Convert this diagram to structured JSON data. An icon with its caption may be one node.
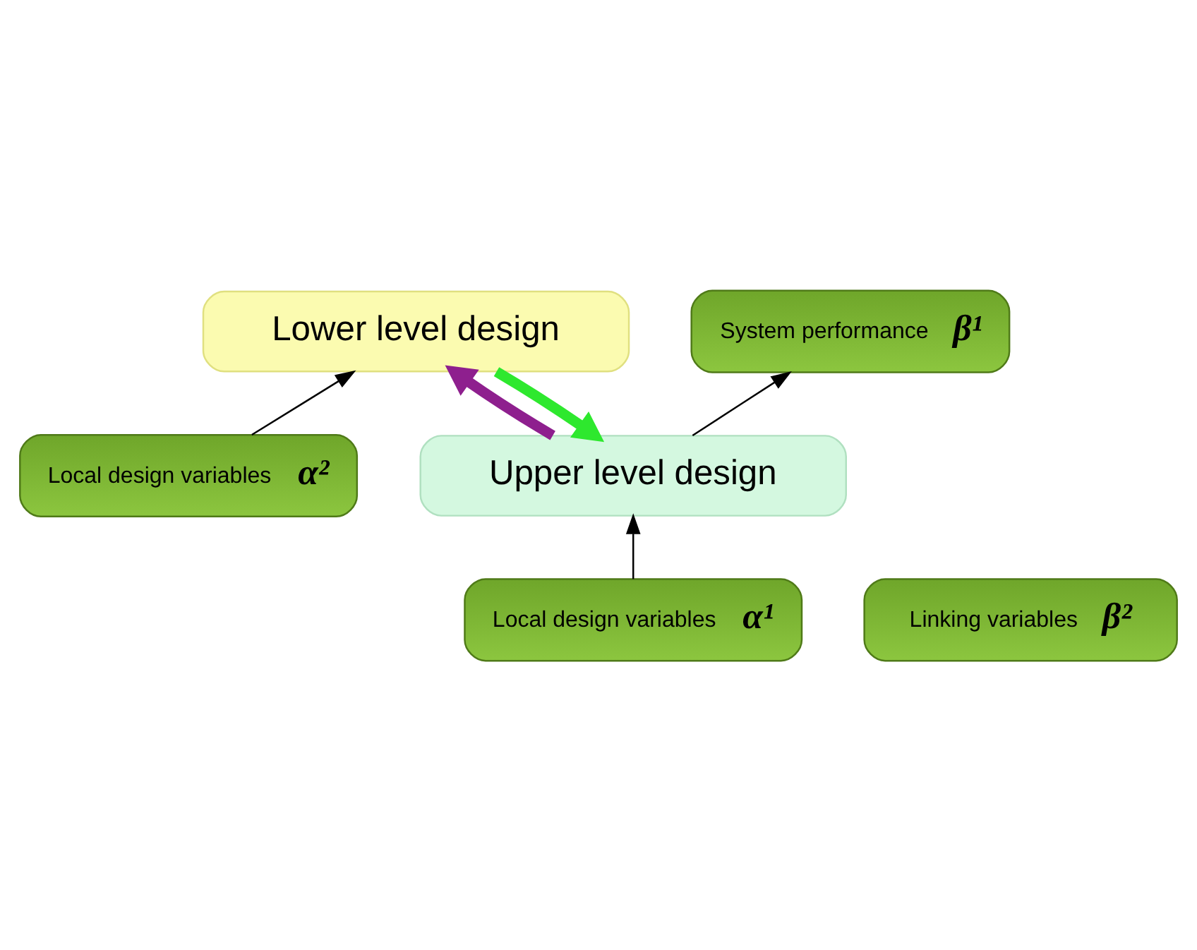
{
  "diagram": {
    "nodes": [
      {
        "text": [
          "System performance",
          "β¹"
        ]
      },
      {
        "text": [
          "Upper level design"
        ]
      },
      {
        "text": [
          "Local design variables",
          "α¹"
        ]
      },
      {
        "text": [
          "Linking variables",
          "β²"
        ]
      },
      {
        "text": [
          "Lower level design"
        ]
      },
      {
        "text": [
          "Local design variables",
          "α²"
        ]
      }
    ],
    "edges": [
      {
        "from": 1,
        "to": 0,
        "arrow": "to"
      },
      {
        "from": 2,
        "to": 1,
        "arrow": "to"
      },
      {
        "from": 1,
        "to": 4,
        "arrow": "to",
        "style": "thick",
        "color": "#8e1f8e"
      },
      {
        "from": 4,
        "to": 1,
        "arrow": "to",
        "style": "thick",
        "color": "#2ee82e"
      },
      {
        "from": 5,
        "to": 4,
        "arrow": "to"
      }
    ]
  }
}
